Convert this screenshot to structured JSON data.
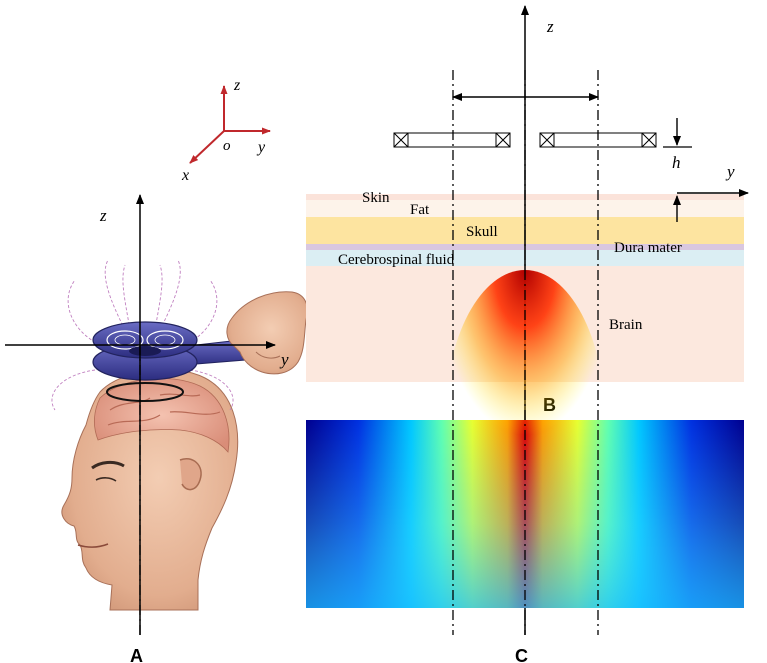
{
  "panel_labels": {
    "a": "A",
    "b": "B",
    "c": "C"
  },
  "coordinate_frame": {
    "z": "z",
    "y": "y",
    "x": "x",
    "origin": "o"
  },
  "panel_a_axes": {
    "z": "z",
    "y": "y"
  },
  "panel_b": {
    "axis_z": "z",
    "axis_y": "y",
    "height_label": "h",
    "layers": {
      "skin": "Skin",
      "fat": "Fat",
      "skull": "Skull",
      "dura": "Dura mater",
      "csf": "Cerebrospinal fluid",
      "brain": "Brain"
    }
  },
  "colors": {
    "axis_red": "#c0282c",
    "skin": "#fbe3da",
    "fat": "#fdf3ea",
    "skull": "#fde4a0",
    "dura": "#d9c7e0",
    "csf": "#dbeef3",
    "brain": "#fce8de",
    "coil": "#3c3d96",
    "field_map": [
      "#00008f",
      "#0060ff",
      "#00e0ff",
      "#80ff80",
      "#ffff00",
      "#ff8000",
      "#d00000"
    ]
  }
}
